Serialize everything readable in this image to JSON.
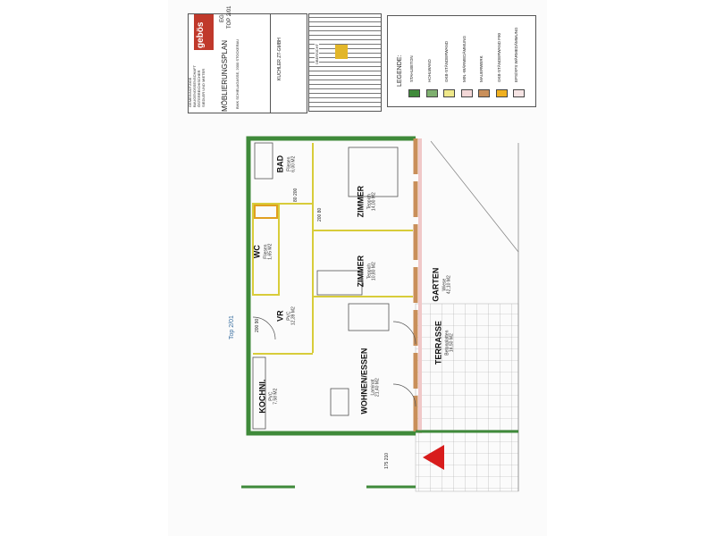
{
  "title_block": {
    "company_lines": [
      "GEMEINNÜTZIGE",
      "BAUGENOSSENSCHAFT",
      "ÖSTERREICHISCHER",
      "SIEDLER UND MIETER"
    ],
    "logo_text": "gebös",
    "plan_title": "MÖBLIERUNGSPLAN",
    "floor": "EG",
    "unit": "TOP 2/01",
    "address": "BWK SCHIELAGASSE, 2000 STOCKERAU",
    "architect": "KUCHLER ZT-GMBH",
    "overview_label": "ÜBERSICHT"
  },
  "legend": {
    "title": "LEGENDE:",
    "items": [
      {
        "label": "STAHLBETON",
        "color": "#3f8a3a"
      },
      {
        "label": "HOHLWAND",
        "color": "#7fb070"
      },
      {
        "label": "GKB-STÄNDERWAND",
        "color": "#efe88a"
      },
      {
        "label": "MIN.-WÄRMEDÄMMUNG",
        "color": "#f3d7d7"
      },
      {
        "label": "MAUERWERK",
        "color": "#c98f5a"
      },
      {
        "label": "GKB-STÄNDERWAND F90",
        "color": "#f0b020"
      },
      {
        "label": "EPS/XPS WÄRMEDÄMMUNG",
        "color": "#f6e4e4"
      }
    ]
  },
  "rooms": [
    {
      "name": "BAD",
      "floor": "Fliesen",
      "area": "6,00 M2"
    },
    {
      "name": "WC",
      "floor": "Fliesen",
      "area": "1,65 M2"
    },
    {
      "name": "ZIMMER",
      "floor": "Teppich",
      "area": "14,00 M2"
    },
    {
      "name": "ZIMMER",
      "floor": "Teppich",
      "area": "10,80 M2"
    },
    {
      "name": "VR",
      "floor": "PVC",
      "area": "12,39 M2"
    },
    {
      "name": "KOCHNI.",
      "floor": "PVC",
      "area": "7,58 M2"
    },
    {
      "name": "WOHNEN/ESSEN",
      "floor": "Laminat",
      "area": "21,40 M2"
    },
    {
      "name": "TERRASSE",
      "floor": "Betonplatten",
      "area": "16,50 M2"
    },
    {
      "name": "GARTEN",
      "floor": "Wiese",
      "area": "42,10 M2"
    }
  ],
  "unit_label": "Top 2/01",
  "door_labels": [
    "200 90",
    "80 200",
    "200 80",
    "175 210"
  ],
  "colors": {
    "concrete": "#3f8a3a",
    "drywall": "#d8cc3a",
    "masonry": "#c98f5a",
    "marker": "#d81c1c"
  }
}
